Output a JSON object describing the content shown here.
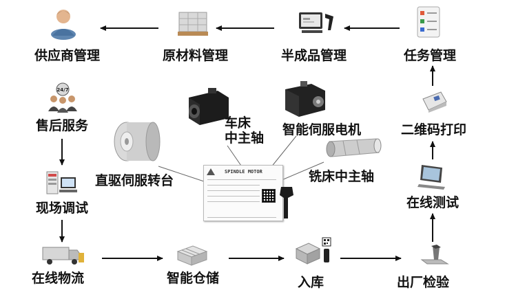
{
  "nodes": {
    "supplier": "供应商管理",
    "raw_material": "原材料管理",
    "semi_finished": "半成品管理",
    "task": "任务管理",
    "after_sales": "售后服务",
    "qr_print": "二维码打印",
    "field_debug": "现场调试",
    "online_test": "在线测试",
    "logistics": "在线物流",
    "smart_storage": "智能仓储",
    "warehousing": "入库",
    "factory_inspection": "出厂检验"
  },
  "products": {
    "lathe_spindle": "车床\n中主轴",
    "servo_motor": "智能伺服电机",
    "direct_drive": "直驱伺服转台",
    "milling_spindle": "铣床中主轴"
  },
  "plate": {
    "title": "SPINDLE MOTOR"
  },
  "icons": {
    "supplier": "person-icon",
    "raw_material": "pallet-icon",
    "semi_finished": "scanner-terminal-icon",
    "task": "checklist-icon",
    "after_sales": "support-team-icon",
    "qr_print": "label-printer-icon",
    "field_debug": "test-bench-icon",
    "online_test": "monitor-icon",
    "logistics": "truck-icon",
    "smart_storage": "storage-box-icon",
    "warehousing": "package-icon",
    "factory_inspection": "inspection-scanner-icon"
  }
}
